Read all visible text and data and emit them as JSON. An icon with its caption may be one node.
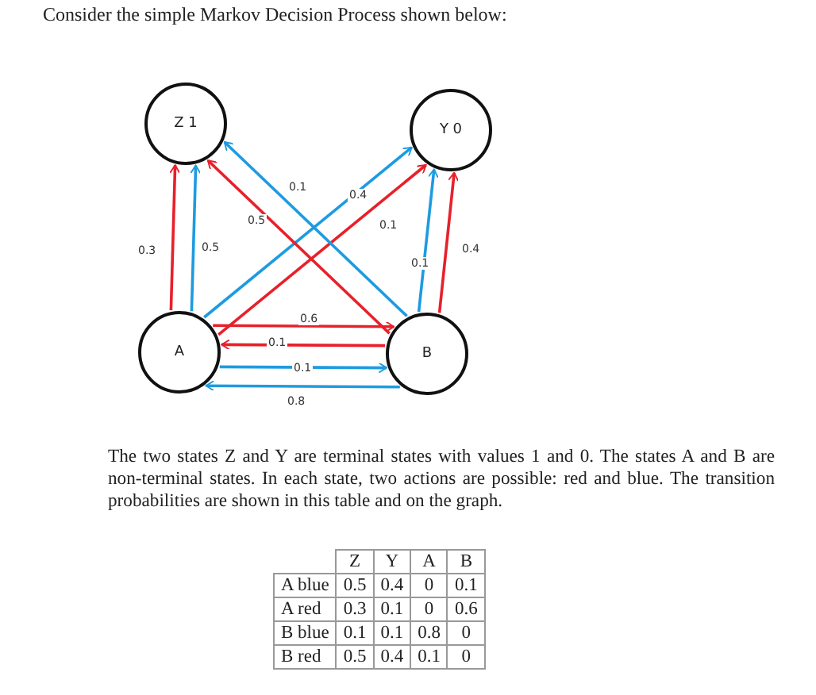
{
  "diagram": {
    "title": "Consider the simple Markov Decision Process shown below:",
    "nodes": [
      {
        "text": [
          "Z 1"
        ]
      },
      {
        "text": [
          "Y 0"
        ]
      },
      {
        "text": [
          "A"
        ]
      },
      {
        "text": [
          "B"
        ]
      }
    ],
    "edges": [
      {
        "from": 2,
        "to": 0,
        "arrow": "to",
        "label": "0.3",
        "color": "#e8202a"
      },
      {
        "from": 2,
        "to": 0,
        "arrow": "to",
        "label": "0.5",
        "color": "#1e9be0"
      },
      {
        "from": 2,
        "to": 1,
        "arrow": "to",
        "label": "0.4",
        "color": "#1e9be0"
      },
      {
        "from": 2,
        "to": 1,
        "arrow": "to",
        "label": "0.1",
        "color": "#e8202a"
      },
      {
        "from": 3,
        "to": 0,
        "arrow": "to",
        "label": "0.5",
        "color": "#e8202a"
      },
      {
        "from": 3,
        "to": 0,
        "arrow": "to",
        "label": "0.1",
        "color": "#1e9be0"
      },
      {
        "from": 3,
        "to": 1,
        "arrow": "to",
        "label": "0.1",
        "color": "#1e9be0"
      },
      {
        "from": 3,
        "to": 1,
        "arrow": "to",
        "label": "0.4",
        "color": "#e8202a"
      },
      {
        "from": 2,
        "to": 3,
        "arrow": "to",
        "label": "0.6",
        "color": "#e8202a"
      },
      {
        "from": 3,
        "to": 2,
        "arrow": "to",
        "label": "0.1",
        "color": "#e8202a"
      },
      {
        "from": 2,
        "to": 3,
        "arrow": "to",
        "label": "0.1",
        "color": "#1e9be0"
      },
      {
        "from": 3,
        "to": 2,
        "arrow": "to",
        "label": "0.8",
        "color": "#1e9be0"
      }
    ],
    "labels": [
      "The two states Z and Y are terminal states with values 1 and 0. The states A and B are non-terminal states. In each state, two actions are possible: red and blue. The transition probabilities are shown in this table and on the graph.",
      "Z",
      "Y",
      "A",
      "B",
      "A blue",
      "0.5",
      "0.4",
      "0",
      "0.1",
      "A red",
      "0.3",
      "0.1",
      "0",
      "0.6",
      "B blue",
      "0.1",
      "0.1",
      "0.8",
      "0",
      "B red",
      "0.5",
      "0.4",
      "0.1",
      "0"
    ]
  }
}
